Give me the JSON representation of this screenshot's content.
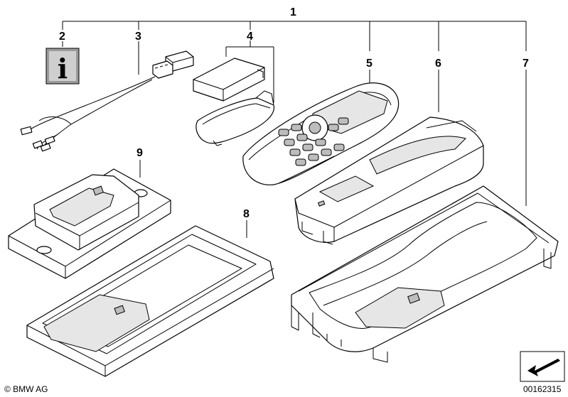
{
  "callouts": {
    "n1": "1",
    "n2": "2",
    "n3": "3",
    "n4": "4",
    "n5": "5",
    "n6": "6",
    "n7": "7",
    "n8": "8",
    "n9": "9"
  },
  "info_icon_glyph": "i",
  "footer": {
    "copyright": "© BMW AG",
    "diagram_id": "00162315"
  },
  "icons": [
    "info-icon",
    "arrow-icon"
  ]
}
